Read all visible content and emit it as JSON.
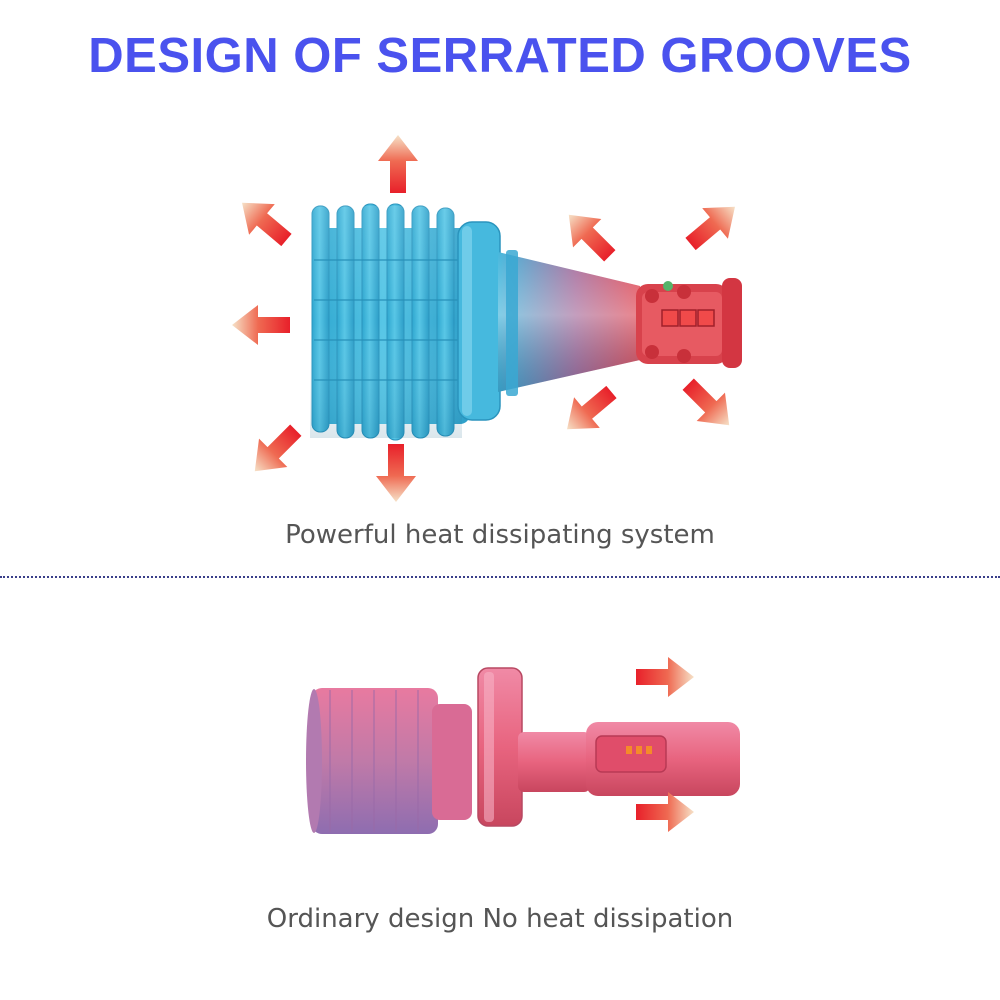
{
  "title": "DESIGN OF SERRATED GROOVES",
  "top_caption": "Powerful heat dissipating system",
  "bottom_caption": "Ordinary design No heat dissipation",
  "colors": {
    "title": "#4a52ee",
    "caption": "#555555",
    "heatsink_blue": "#3fb8dc",
    "led_red": "#e0444f",
    "arrow_red": "#e8202a",
    "arrow_fade": "#f6e2c8",
    "ordinary_pink": "#e6698a",
    "ordinary_purple": "#9b7ab8",
    "divider": "#3a3f8a"
  },
  "illustrations": {
    "top": "serrated-groove-led-bulb",
    "bottom": "ordinary-led-bulb"
  }
}
